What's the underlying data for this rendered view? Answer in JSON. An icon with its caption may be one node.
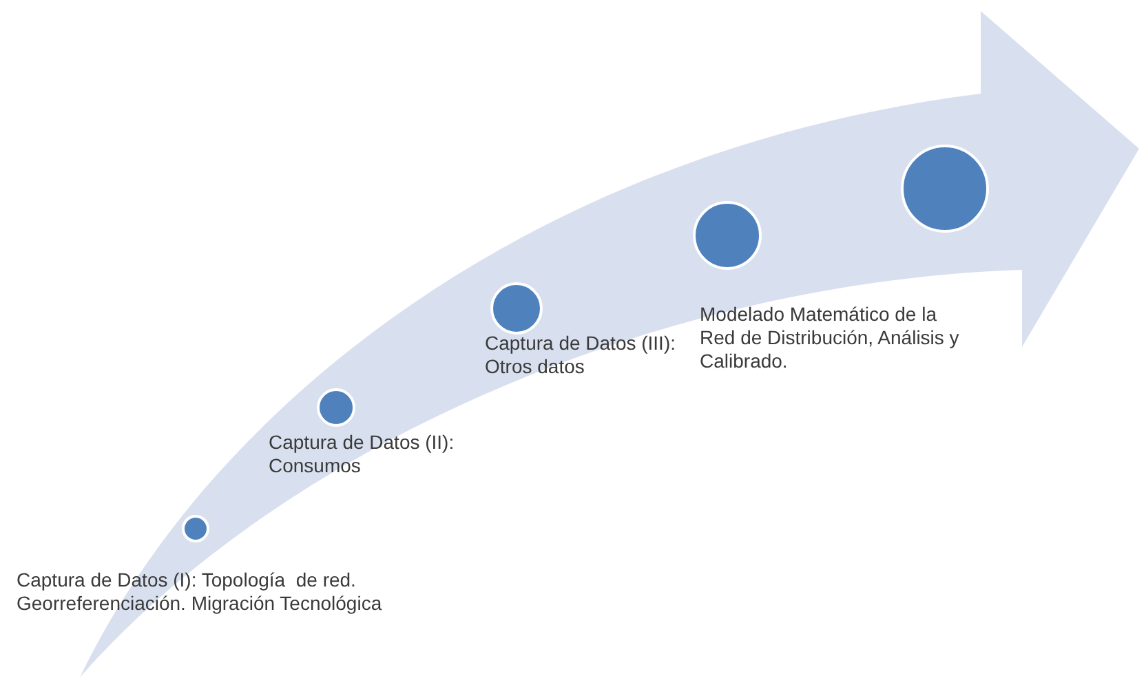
{
  "diagram": {
    "nodes": [
      {
        "text": [],
        "shape": "circle",
        "beside": [
          "Captura de Datos (I): Topología  de red. Georreferenciación. Migración Tecnológica"
        ]
      },
      {
        "text": [],
        "shape": "circle",
        "beside": [
          "Captura de Datos (II): Consumos"
        ]
      },
      {
        "text": [],
        "shape": "circle",
        "beside": [
          "Captura de Datos (III): Otros datos"
        ]
      },
      {
        "text": [],
        "shape": "circle",
        "beside": [
          "Modelado Matemático de la Red de Distribución, Análisis y Calibrado."
        ]
      },
      {
        "text": [],
        "shape": "circle"
      }
    ]
  }
}
